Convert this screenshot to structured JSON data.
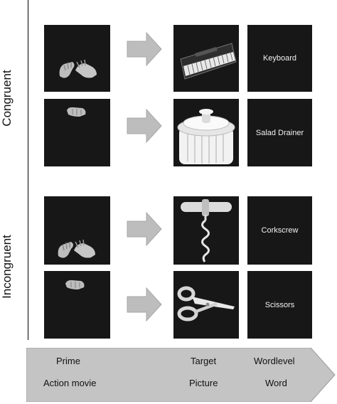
{
  "conditions": {
    "congruent": "Congruent",
    "incongruent": "Incongruent"
  },
  "trials": [
    {
      "condition": "congruent",
      "prime": "two-hand grasp",
      "target_object": "keyboard",
      "word": "Keyboard"
    },
    {
      "condition": "congruent",
      "prime": "one-hand grip",
      "target_object": "salad drainer",
      "word": "Salad Drainer"
    },
    {
      "condition": "incongruent",
      "prime": "two-hand grasp",
      "target_object": "corkscrew",
      "word": "Corkscrew"
    },
    {
      "condition": "incongruent",
      "prime": "one-hand grip",
      "target_object": "scissors",
      "word": "Scissors"
    }
  ],
  "timeline": {
    "prime": "Prime",
    "prime_sub": "Action movie",
    "target": "Target",
    "target_sub": "Picture",
    "wordlevel": "Wordlevel",
    "wordlevel_sub": "Word"
  },
  "colors": {
    "panel": "#171717",
    "arrow": "#bdbdbd",
    "timeline": "#c4c4c4"
  }
}
